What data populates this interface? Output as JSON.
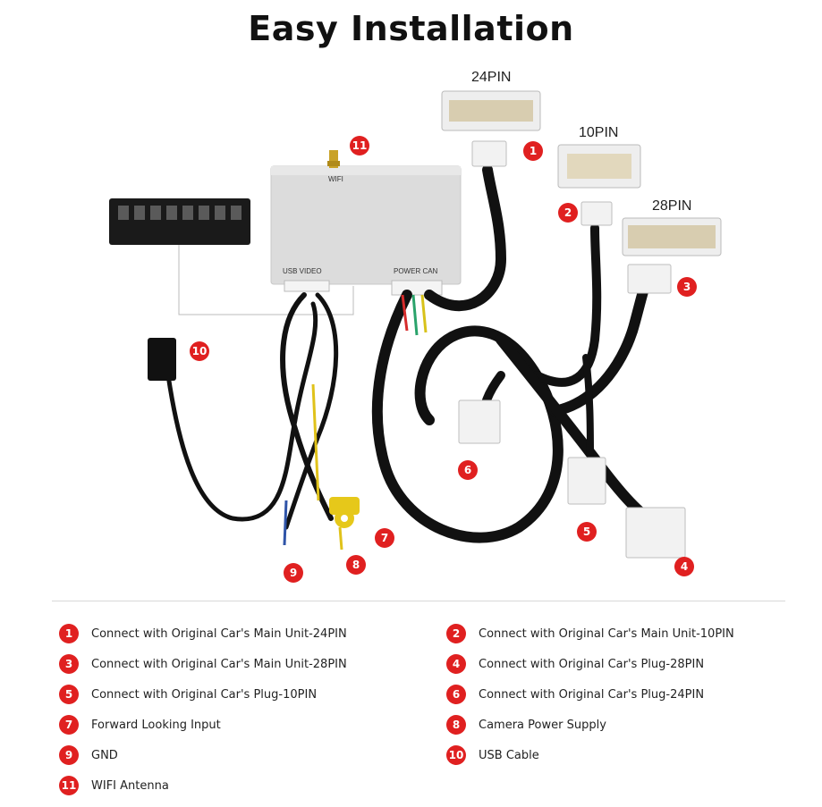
{
  "title": "Easy Installation",
  "diagram": {
    "pin_labels": [
      "24PIN",
      "10PIN",
      "28PIN"
    ],
    "box_labels": {
      "usb_video": "USB VIDEO",
      "power_can": "POWER CAN",
      "wifi": "WIFI"
    },
    "markers": [
      "1",
      "2",
      "3",
      "4",
      "5",
      "6",
      "7",
      "8",
      "9",
      "10",
      "11"
    ]
  },
  "legend": [
    {
      "num": "1",
      "text": "Connect with Original Car's Main Unit-24PIN"
    },
    {
      "num": "2",
      "text": "Connect with Original Car's Main Unit-10PIN"
    },
    {
      "num": "3",
      "text": "Connect with Original Car's Main Unit-28PIN"
    },
    {
      "num": "4",
      "text": "Connect with Original Car's Plug-28PIN"
    },
    {
      "num": "5",
      "text": "Connect with Original Car's Plug-10PIN"
    },
    {
      "num": "6",
      "text": "Connect with Original Car's Plug-24PIN"
    },
    {
      "num": "7",
      "text": "Forward Looking Input"
    },
    {
      "num": "8",
      "text": "Camera Power Supply"
    },
    {
      "num": "9",
      "text": "GND"
    },
    {
      "num": "10",
      "text": "USB Cable"
    },
    {
      "num": "11",
      "text": "WIFI Antenna"
    }
  ],
  "colors": {
    "marker_red": "#e02020",
    "cable_black": "#111111",
    "connector_white": "#f2f2f2",
    "box_gray": "#dcdcdc",
    "connector_beige": "#d8cdb0"
  }
}
